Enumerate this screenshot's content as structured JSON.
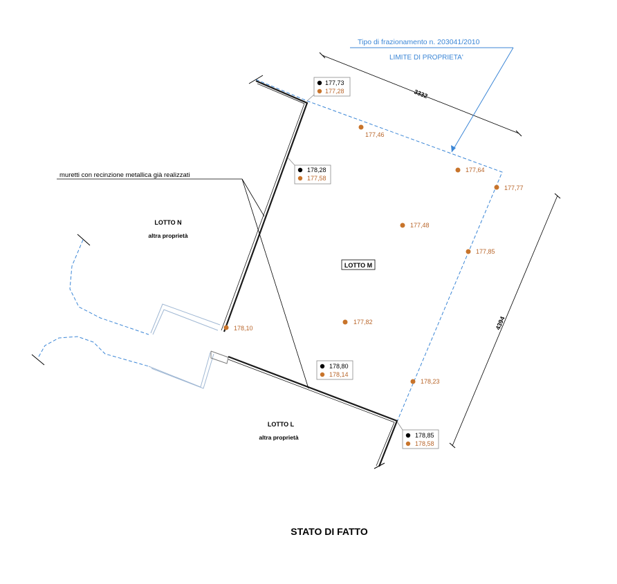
{
  "colors": {
    "boundary_blue": "#3b86d6",
    "wall_black": "#1a1a1a",
    "spot_orange": "#c8742b",
    "frame_grey": "#8a8a8a",
    "neighbor_outline": "#9fb7d3"
  },
  "annotation": {
    "line1": "Tipo di frazionamento n. 203041/2010",
    "line2": "LIMITE DI PROPRIETA'"
  },
  "dimensions": {
    "top": "3332",
    "right": "4394"
  },
  "walls_note": "muretti con recinzione metallica già realizzati",
  "lots": {
    "n_name": "LOTTO N",
    "n_note": "altra proprietà",
    "m_name": "LOTTO M",
    "l_name": "LOTTO L",
    "l_note": "altra proprietà"
  },
  "boxed_points": [
    {
      "black": "177,73",
      "orange": "177,28"
    },
    {
      "black": "178,28",
      "orange": "177,58"
    },
    {
      "black": "178,80",
      "orange": "178,14"
    },
    {
      "black": "178,85",
      "orange": "178,58"
    }
  ],
  "spot_heights": [
    "177,46",
    "177,64",
    "177,77",
    "177,48",
    "177,85",
    "178,10",
    "177,82",
    "178,23"
  ],
  "footer_title": "STATO DI FATTO",
  "icons": {
    "benchmark": "benchmark-icon",
    "spot": "spot-height-icon"
  }
}
